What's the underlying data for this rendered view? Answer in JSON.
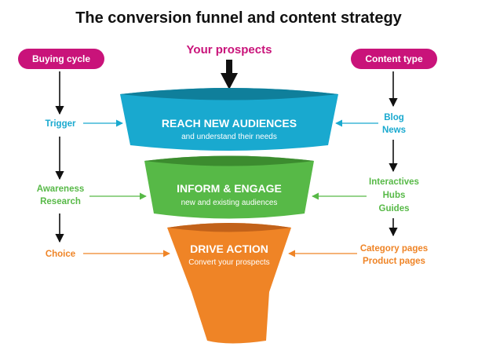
{
  "title": "The conversion funnel and content strategy",
  "top_label": "Your prospects",
  "colors": {
    "pill": "#c9137a",
    "reach": "#19a9cf",
    "reach_dark": "#0f7f9b",
    "inform": "#57b947",
    "inform_dark": "#3c8c2f",
    "drive": "#ef8426",
    "drive_dark": "#c2621a"
  },
  "left": {
    "header": "Buying cycle",
    "stages": [
      {
        "lines": [
          "Trigger"
        ]
      },
      {
        "lines": [
          "Awareness",
          "Research"
        ]
      },
      {
        "lines": [
          "Choice"
        ]
      }
    ]
  },
  "right": {
    "header": "Content type",
    "stages": [
      {
        "lines": [
          "Blog",
          "News"
        ]
      },
      {
        "lines": [
          "Interactives",
          "Hubs",
          "Guides"
        ]
      },
      {
        "lines": [
          "Category pages",
          "Product pages"
        ]
      }
    ]
  },
  "funnel": [
    {
      "title": "REACH NEW AUDIENCES",
      "subtitle": "and understand their needs"
    },
    {
      "title": "INFORM & ENGAGE",
      "subtitle": "new and existing audiences"
    },
    {
      "title": "DRIVE ACTION",
      "subtitle": "Convert your prospects"
    }
  ]
}
